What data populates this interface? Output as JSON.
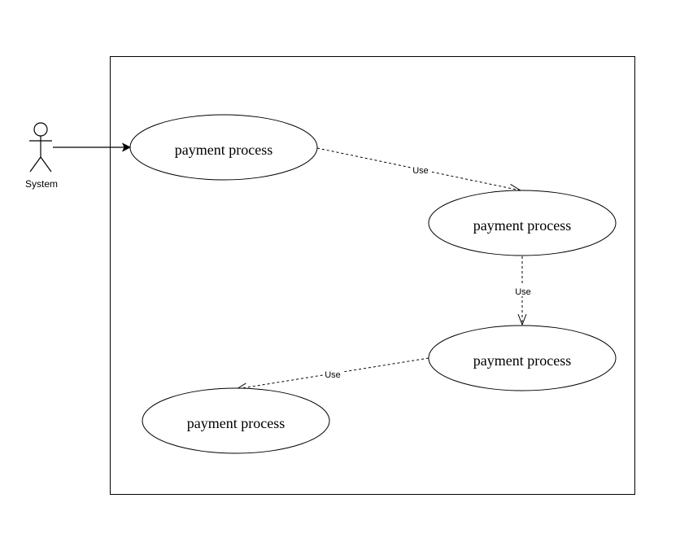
{
  "diagram": {
    "actor": {
      "label": "System"
    },
    "use_cases": [
      {
        "label": "payment process"
      },
      {
        "label": "payment process"
      },
      {
        "label": "payment process"
      },
      {
        "label": "payment process"
      }
    ],
    "relations": [
      {
        "label": "Use"
      },
      {
        "label": "Use"
      },
      {
        "label": "Use"
      }
    ]
  }
}
